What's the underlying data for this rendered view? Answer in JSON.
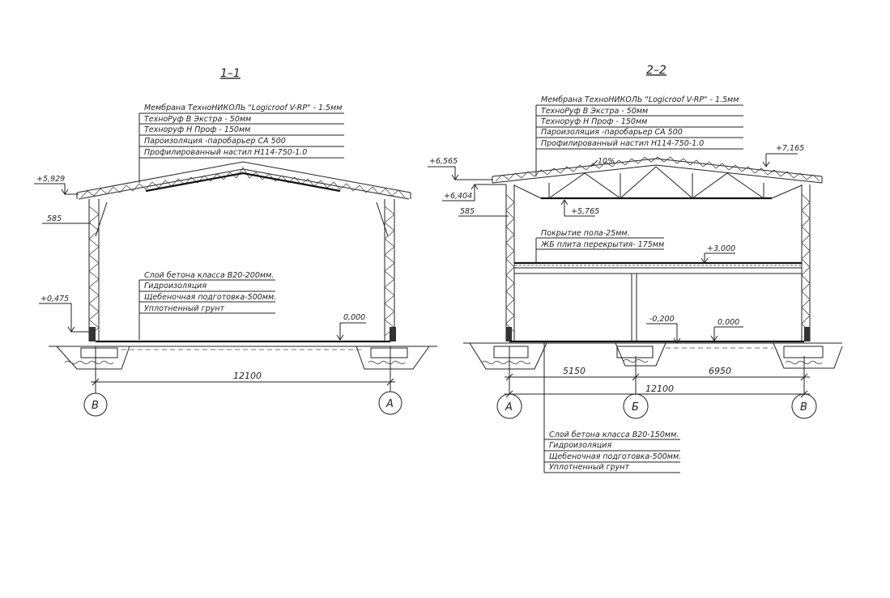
{
  "section_1": {
    "title": "1–1",
    "roof_layers": [
      "Мембрана ТехноНИКОЛЬ \"Logicroof V-RP\" - 1.5мм",
      "ТехноРуф В Экстра - 50мм",
      "Техноруф Н Проф - 150мм",
      "Пароизоляция -паробарьер СА 500",
      "Профилированный настил Н114-750-1.0"
    ],
    "floor_layers": [
      "Слой бетона класса В20-200мм.",
      "Гидроизоляция",
      "Щебеночная подготовка-500мм.",
      "Уплотненный грунт"
    ],
    "elevations": {
      "eave": "+5,929",
      "overhang": "585",
      "plinth": "+0,475",
      "floor": "0,000"
    },
    "dimension": "12100",
    "axes": [
      "В",
      "А"
    ]
  },
  "section_2": {
    "title": "2–2",
    "roof_layers": [
      "Мембрана ТехноНИКОЛЬ \"Logicroof V-RP\" - 1.5мм",
      "ТехноРуф В Экстра - 50мм",
      "Техноруф Н Проф - 150мм",
      "Пароизоляция -паробарьер СА 500",
      "Профилированный настил Н114-750-1.0"
    ],
    "slab_layers": [
      "Покрытие пола-25мм.",
      "ЖБ плита перекрытия- 175мм"
    ],
    "floor_layers": [
      "Слой бетона класса В20-150мм.",
      "Гидроизоляция",
      "Щебеночная подготовка-500мм.",
      "Уплотненный грунт"
    ],
    "elevations": {
      "eave": "+6,565",
      "wall_top": "+6,404",
      "overhang": "585",
      "truss_bottom": "+5,765",
      "ridge": "+7,165",
      "slope": "10%",
      "slab": "+3,000",
      "floor_low": "-0,200",
      "floor": "0,000"
    },
    "dimensions": [
      "5150",
      "6950",
      "12100"
    ],
    "axes": [
      "А",
      "Б",
      "В"
    ]
  }
}
